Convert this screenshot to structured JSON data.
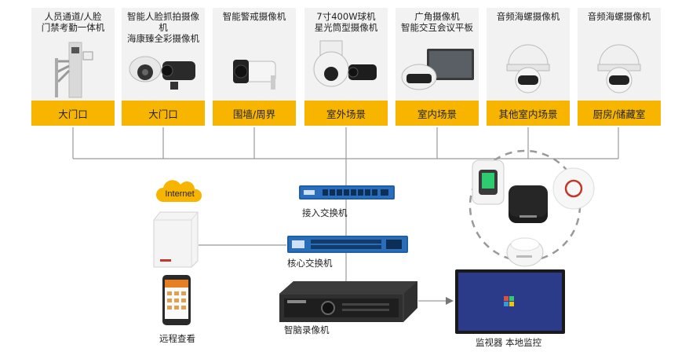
{
  "cards": [
    {
      "title": "人员通道/人脸\n门禁考勤一体机",
      "label": "大门口",
      "icon": "turnstile-icon"
    },
    {
      "title": "智能人脸抓拍摄像机\n海康臻全彩摄像机",
      "label": "大门口",
      "icon": "face-capture-camera-icon"
    },
    {
      "title": "智能警戒摄像机",
      "label": "围墙/周界",
      "icon": "bullet-camera-icon"
    },
    {
      "title": "7寸400W球机\n星光筒型摄像机",
      "label": "室外场景",
      "icon": "ptz-dome-camera-icon"
    },
    {
      "title": "广角摄像机\n智能交互会议平板",
      "label": "室内场景",
      "icon": "wide-angle-camera-icon"
    },
    {
      "title": "音频海螺摄像机",
      "label": "其他室内场景",
      "icon": "turret-camera-icon"
    },
    {
      "title": "音频海螺摄像机",
      "label": "厨房/储藏室",
      "icon": "turret-camera-icon"
    }
  ],
  "internet": "Internet",
  "devices": {
    "access_switch": "接入交换机",
    "core_switch": "核心交换机",
    "nvr": "智脑录像机",
    "monitor": "监视器 本地监控",
    "remote": "远程查看"
  },
  "colors": {
    "accent": "#f7b500",
    "card_bg": "#f2f2f2",
    "line": "#9a9a9a",
    "switch_blue": "#1e5fa8"
  }
}
